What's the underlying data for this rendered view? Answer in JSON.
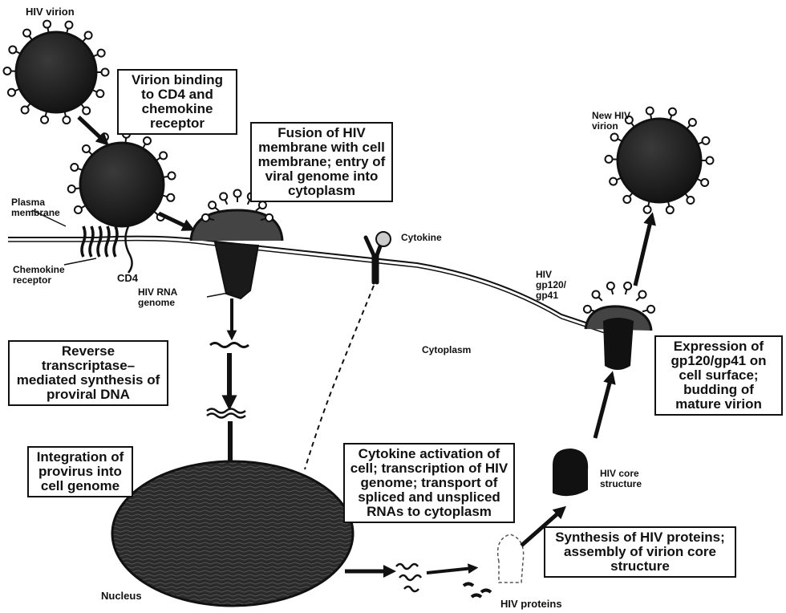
{
  "boxes": {
    "virion_binding": "Virion binding to CD4 and chemokine receptor",
    "fusion": "Fusion of HIV membrane with cell membrane; entry of viral genome into cytoplasm",
    "reverse_transcriptase": "Reverse transcriptase–mediated synthesis of proviral DNA",
    "integration": "Integration of provirus into cell genome",
    "cytokine_activation": "Cytokine activation of cell; transcription of HIV genome; transport of spliced and unspliced RNAs to cytoplasm",
    "synthesis": "Synthesis of HIV proteins; assembly of virion core structure",
    "expression": "Expression of gp120/gp41 on cell surface; budding of mature virion"
  },
  "labels": {
    "hiv_virion": "HIV virion",
    "new_hiv_virion": "New HIV virion",
    "plasma_membrane": "Plasma membrane",
    "chemokine_receptor": "Chemokine receptor",
    "cd4": "CD4",
    "hiv_rna_genome": "HIV RNA genome",
    "cytokine": "Cytokine",
    "cytoplasm": "Cytoplasm",
    "hiv_gp120_gp41": "HIV gp120/ gp41",
    "hiv_core_structure": "HIV core structure",
    "nucleus": "Nucleus",
    "hiv_proteins": "HIV proteins"
  }
}
